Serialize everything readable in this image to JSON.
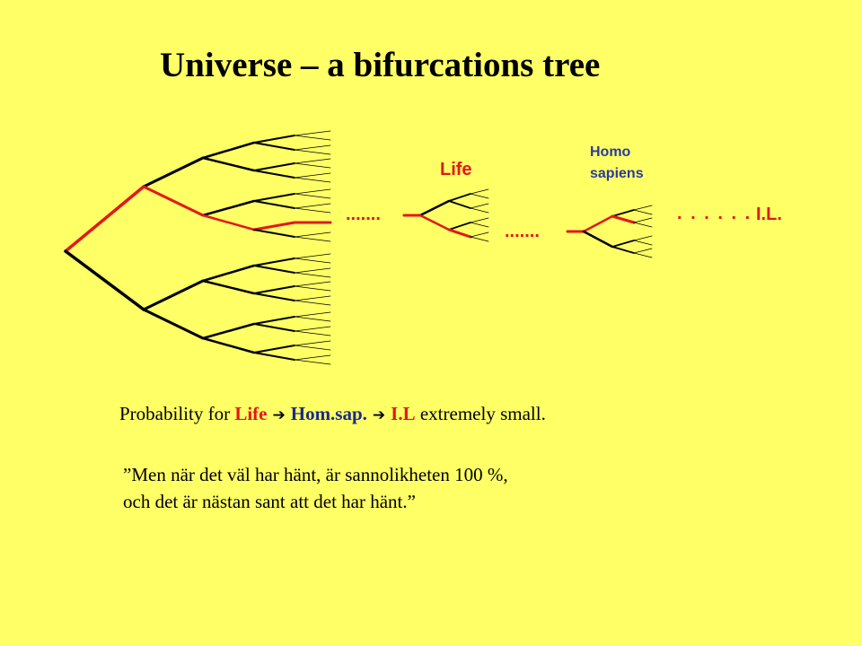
{
  "title": "Universe – a bifurcations tree",
  "labels": {
    "life": "Life",
    "homo_line1": "Homo",
    "homo_line2": "sapiens",
    "dots_1": ".......",
    "dots_2": ".......",
    "dots_3": ". . . . . .",
    "il": "I.L."
  },
  "probability": {
    "prefix": "Probability for ",
    "life": "Life",
    "arrow": "➔",
    "homsap": "Hom.sap.",
    "il": "I.L",
    "suffix": " extremely small."
  },
  "quote": {
    "line1": "”Men när det väl har hänt, är sannolikheten 100 %,",
    "line2": "och det är nästan sant att det har hänt.”"
  },
  "colors": {
    "background": "#ffff66",
    "highlight": "#e11919",
    "branch": "#000000",
    "blue": "#1a2a8a"
  }
}
